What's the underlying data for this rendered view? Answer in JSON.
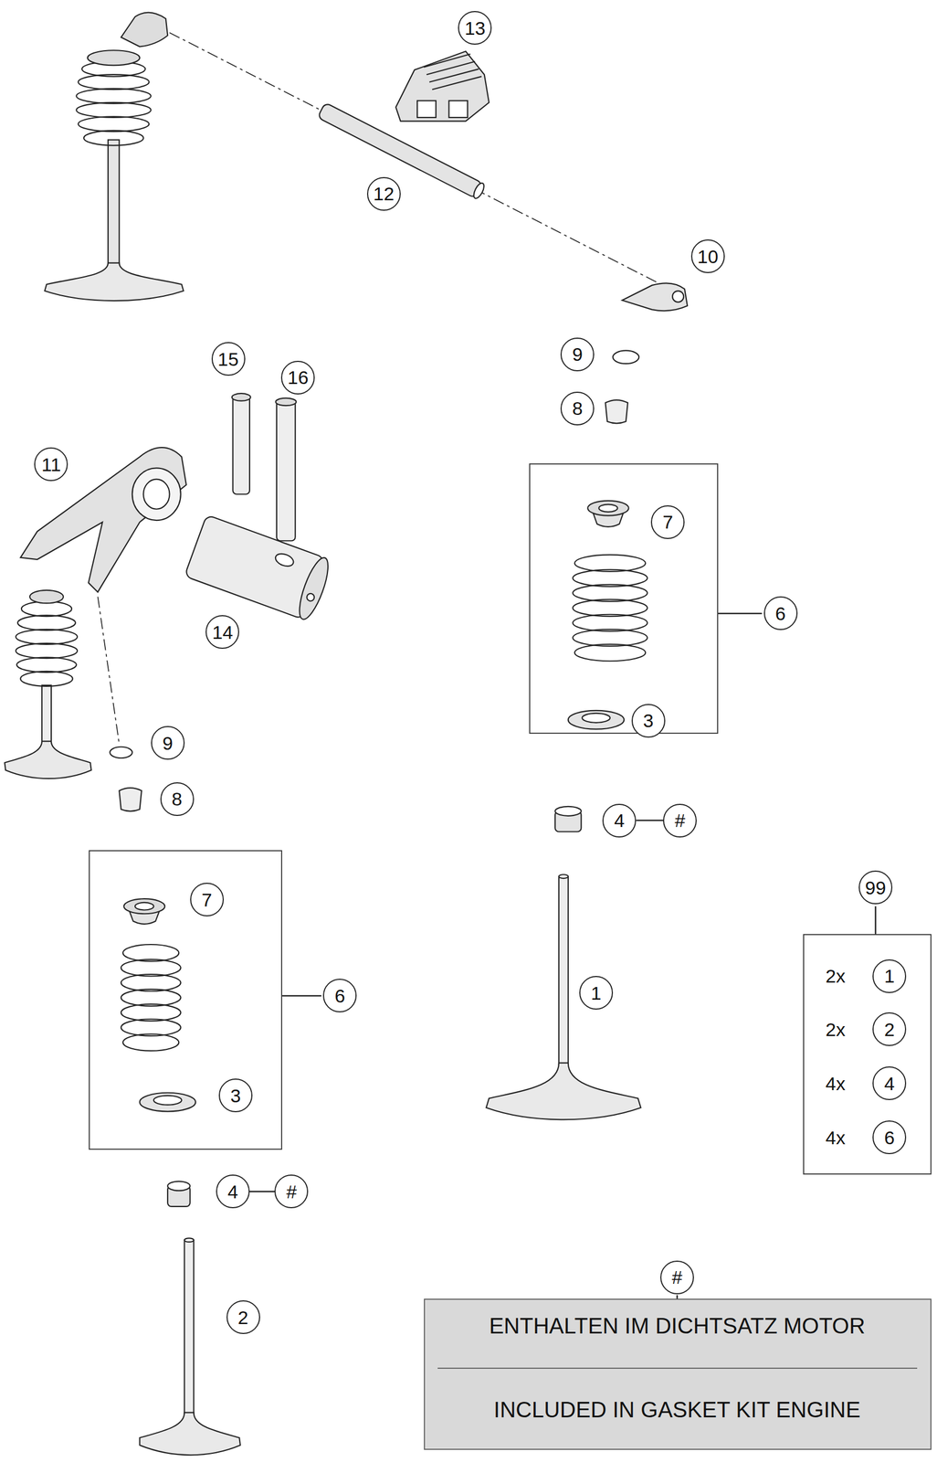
{
  "diagram": {
    "nodes": [
      {
        "text": [
          "13"
        ]
      },
      {
        "text": [
          "12"
        ]
      },
      {
        "text": [
          "10"
        ]
      },
      {
        "text": [
          "15"
        ]
      },
      {
        "text": [
          "16"
        ]
      },
      {
        "text": [
          "9"
        ]
      },
      {
        "text": [
          "8"
        ]
      },
      {
        "text": [
          "11"
        ]
      },
      {
        "text": [
          "6"
        ]
      },
      {
        "text": [
          "7"
        ],
        "in": 8
      },
      {
        "text": [
          "3"
        ],
        "in": 8
      },
      {
        "text": [
          "14"
        ]
      },
      {
        "text": [
          "9"
        ]
      },
      {
        "text": [
          "8"
        ]
      },
      {
        "text": [
          "4"
        ]
      },
      {
        "text": [
          "#"
        ]
      },
      {
        "text": [
          "99",
          "2x",
          "2x",
          "4x",
          "4x"
        ]
      },
      {
        "text": [
          "1"
        ],
        "in": 16
      },
      {
        "text": [
          "2"
        ],
        "in": 16
      },
      {
        "text": [
          "4"
        ],
        "in": 16
      },
      {
        "text": [
          "6"
        ],
        "in": 16
      },
      {
        "text": [
          "6"
        ]
      },
      {
        "text": [
          "7"
        ],
        "in": 21
      },
      {
        "text": [
          "3"
        ],
        "in": 21
      },
      {
        "text": [
          "1"
        ]
      },
      {
        "text": [
          "4"
        ]
      },
      {
        "text": [
          "#"
        ]
      },
      {
        "text": [
          "2"
        ]
      },
      {
        "text": [
          "#",
          "ENTHALTEN IM DICHTSATZ MOTOR",
          "INCLUDED IN GASKET KIT ENGINE"
        ]
      }
    ],
    "edges": [
      {
        "from": 14,
        "to": 15,
        "arrow": "none"
      },
      {
        "from": 25,
        "to": 26,
        "arrow": "none"
      }
    ]
  }
}
